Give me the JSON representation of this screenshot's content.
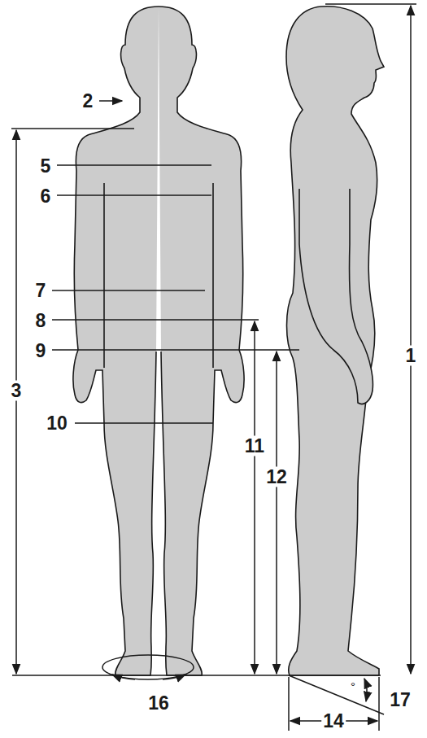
{
  "diagram": {
    "labels": [
      "2",
      "5",
      "6",
      "7",
      "8",
      "9",
      "3",
      "10",
      "11",
      "12",
      "1",
      "16",
      "14",
      "°",
      "17"
    ]
  }
}
